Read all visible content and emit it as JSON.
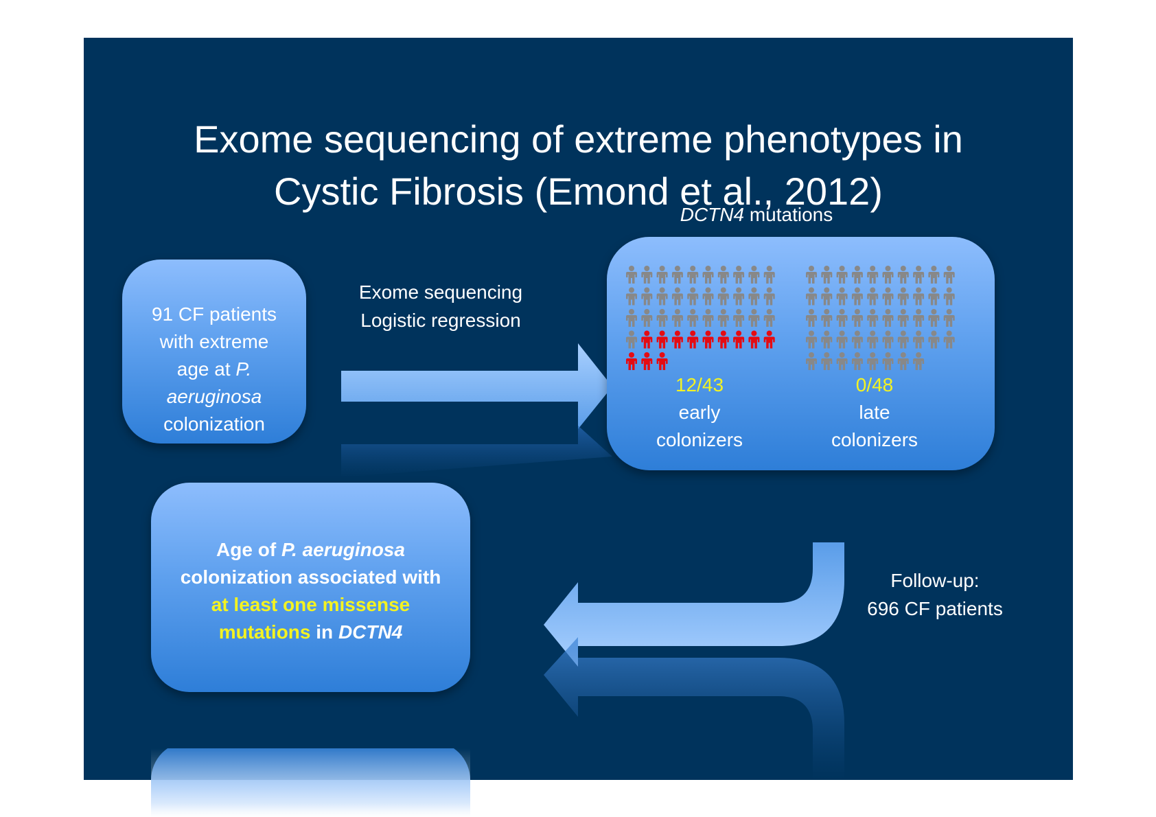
{
  "title": {
    "line1": "Exome sequencing of extreme phenotypes in",
    "line2": "Cystic Fibrosis (Emond et al., 2012)"
  },
  "box_patients": {
    "line1": "91 CF patients",
    "line2": "with extreme",
    "line3_prefix": "age at ",
    "line3_italic": "P.",
    "line4_italic": "aeruginosa",
    "line5": "colonization"
  },
  "arrow_label": {
    "line1": "Exome sequencing",
    "line2": "Logistic regression"
  },
  "mutations_header": {
    "gene_italic": "DCTN4",
    "rest": " mutations"
  },
  "groups": [
    {
      "ratio": "12/43",
      "label_line1": "early",
      "label_line2": "colonizers",
      "total": 43,
      "mutated": 12
    },
    {
      "ratio": "0/48",
      "label_line1": "late",
      "label_line2": "colonizers",
      "total": 48,
      "mutated": 0
    }
  ],
  "result_box": {
    "line1_prefix": "Age of ",
    "line1_italic": "P. aeruginosa",
    "line2": "colonization associated with",
    "line3_highlight": "at least one missense",
    "line4_highlight": "mutations",
    "line4_mid": " in ",
    "line4_italic": "DCTN4"
  },
  "followup": {
    "line1": "Follow-up:",
    "line2": "696 CF patients"
  },
  "colors": {
    "slide_background": "#00335c",
    "highlight_yellow": "#f4f321",
    "mutated_person": "#e50b12",
    "unmutated_person": "#888888"
  },
  "icons": [
    "person-icon"
  ]
}
